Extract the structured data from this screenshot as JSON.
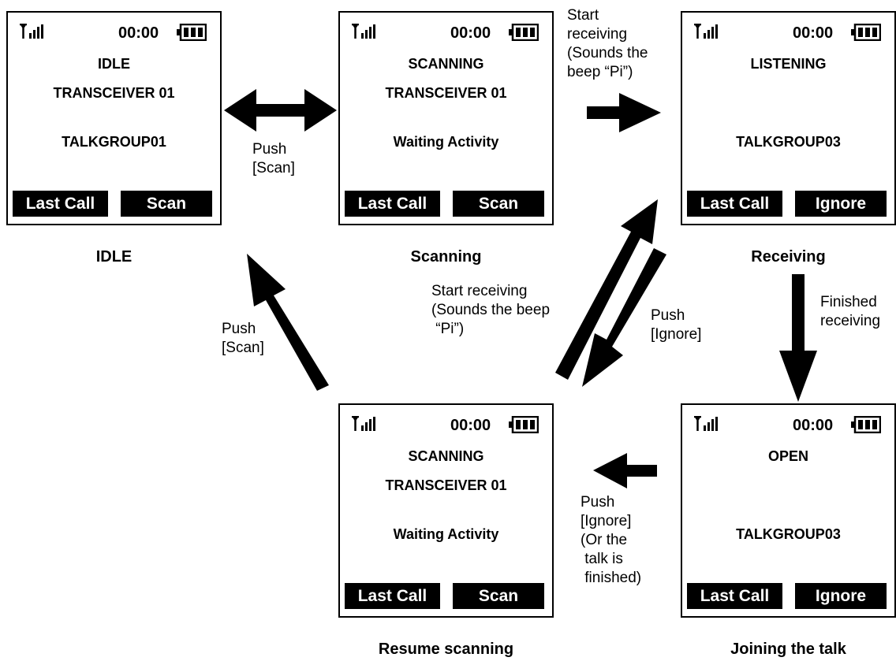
{
  "status_bar": {
    "time": "00:00"
  },
  "screens": {
    "idle": {
      "line1": "IDLE",
      "line2": "TRANSCEIVER 01",
      "line3": "TALKGROUP01",
      "left_key": "Last Call",
      "right_key": "Scan"
    },
    "scanning": {
      "line1": "SCANNING",
      "line2": "TRANSCEIVER 01",
      "line3": "Waiting Activity",
      "left_key": "Last Call",
      "right_key": "Scan"
    },
    "receiving": {
      "line1": "LISTENING",
      "line2": "",
      "line3": "TALKGROUP03",
      "left_key": "Last Call",
      "right_key": "Ignore"
    },
    "resume": {
      "line1": "SCANNING",
      "line2": "TRANSCEIVER 01",
      "line3": "Waiting Activity",
      "left_key": "Last Call",
      "right_key": "Scan"
    },
    "joining": {
      "line1": "OPEN",
      "line2": "",
      "line3": "TALKGROUP03",
      "left_key": "Last Call",
      "right_key": "Ignore"
    }
  },
  "captions": {
    "idle": "IDLE",
    "scanning": "Scanning",
    "receiving": "Receiving",
    "resume": "Resume scanning",
    "joining": "Joining the talk"
  },
  "notes": {
    "push_scan_top": "Push\n[Scan]",
    "start_receiving_top": "Start\nreceiving\n(Sounds the\nbeep “Pi”)",
    "finished_receiving": "Finished\nreceiving",
    "start_receiving_mid": "Start receiving\n(Sounds the beep\n “Pi”)",
    "push_ignore_mid": "Push\n[Ignore]",
    "push_scan_left": "Push\n[Scan]",
    "push_ignore_bottom": "Push\n[Ignore]\n(Or the\n talk is\n finished)"
  }
}
